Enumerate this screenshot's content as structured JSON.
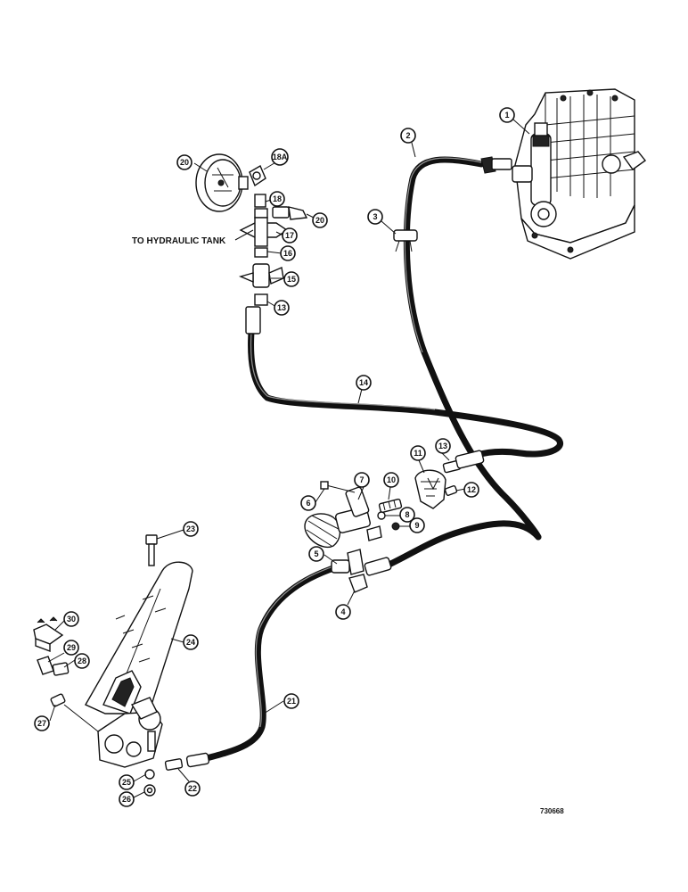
{
  "labels": {
    "tank_caption": "TO HYDRAULIC TANK",
    "figure_code": "730668"
  },
  "callouts": [
    {
      "id": "1"
    },
    {
      "id": "2"
    },
    {
      "id": "3"
    },
    {
      "id": "4"
    },
    {
      "id": "5"
    },
    {
      "id": "6"
    },
    {
      "id": "7"
    },
    {
      "id": "8"
    },
    {
      "id": "9"
    },
    {
      "id": "10"
    },
    {
      "id": "11"
    },
    {
      "id": "12"
    },
    {
      "id": "13"
    },
    {
      "id": "13"
    },
    {
      "id": "14"
    },
    {
      "id": "15"
    },
    {
      "id": "16"
    },
    {
      "id": "17"
    },
    {
      "id": "18"
    },
    {
      "id": "18A"
    },
    {
      "id": "20"
    },
    {
      "id": "20"
    },
    {
      "id": "21"
    },
    {
      "id": "22"
    },
    {
      "id": "23"
    },
    {
      "id": "24"
    },
    {
      "id": "25"
    },
    {
      "id": "26"
    },
    {
      "id": "27"
    },
    {
      "id": "28"
    },
    {
      "id": "29"
    },
    {
      "id": "30"
    }
  ]
}
